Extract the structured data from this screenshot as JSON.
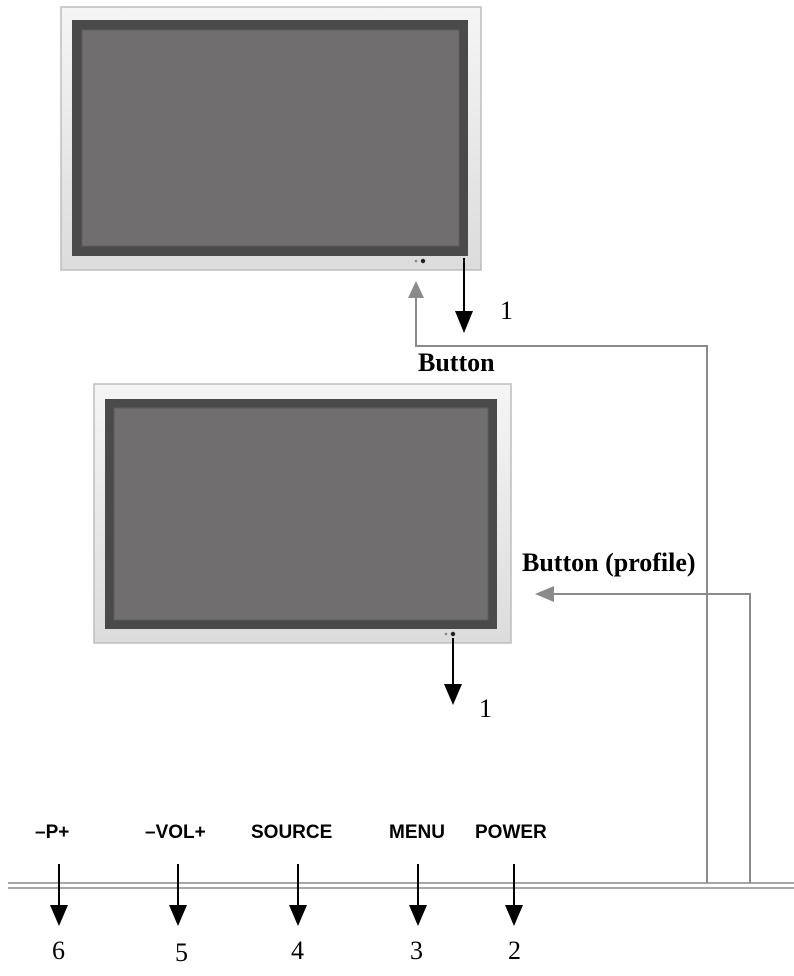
{
  "labels": {
    "button": "Button",
    "button_profile": "Button (profile)",
    "front_callout": "1",
    "profile_callout": "1"
  },
  "controls": [
    {
      "name": "–P+",
      "number": "6"
    },
    {
      "name": "–VOL+",
      "number": "5"
    },
    {
      "name": "SOURCE",
      "number": "4"
    },
    {
      "name": "MENU",
      "number": "3"
    },
    {
      "name": "POWER",
      "number": "2"
    }
  ],
  "colors": {
    "bezel": "#ececec",
    "frame": "#4a4a4a",
    "screen": "#706e6f",
    "leader": "#8a8a8a",
    "arrow": "#000000"
  }
}
